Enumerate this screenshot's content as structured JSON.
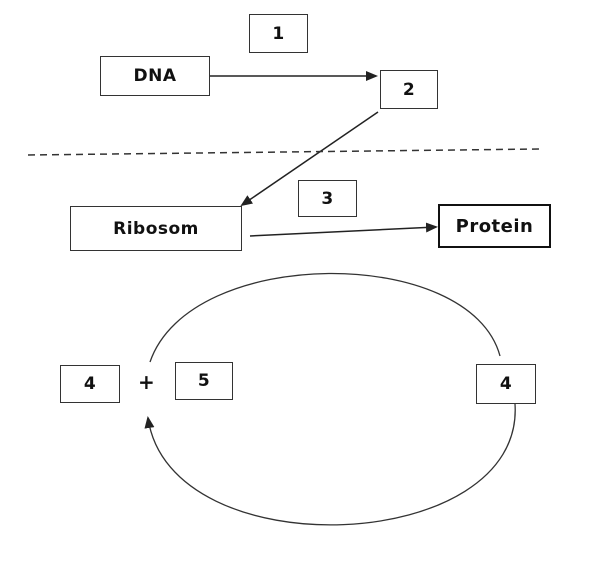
{
  "diagram": {
    "nodes": {
      "dna": "DNA",
      "label_1": "1",
      "label_2": "2",
      "label_3": "3",
      "ribosome": "Ribosom",
      "protein": "Protein",
      "label_4_left": "4",
      "label_5": "5",
      "label_4_right": "4"
    },
    "plus_sign": "+",
    "colors": {
      "line": "#333333",
      "text": "#111111",
      "background": "#ffffff"
    }
  }
}
